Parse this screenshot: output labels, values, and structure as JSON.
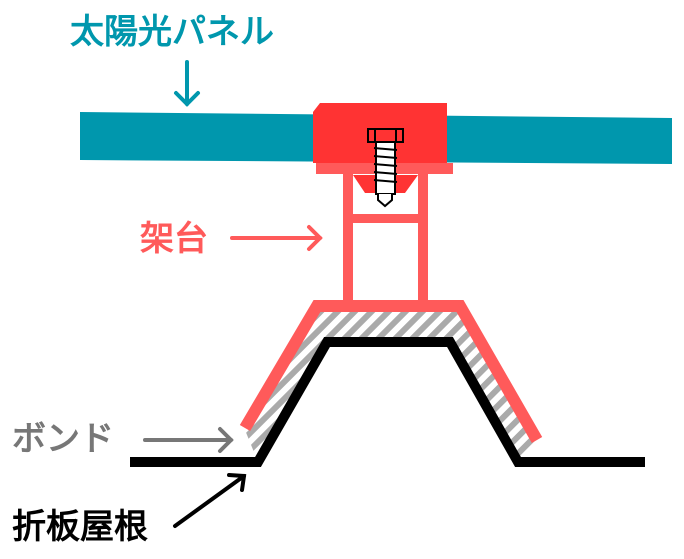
{
  "labels": {
    "solar_panel": "太陽光パネル",
    "mount": "架台",
    "bond": "ボンド",
    "roof": "折板屋根"
  },
  "colors": {
    "panel": "#0097AD",
    "mount": "#FF5A5A",
    "clamp": "#FF3333",
    "bond": "#777777",
    "roof": "#000000"
  }
}
